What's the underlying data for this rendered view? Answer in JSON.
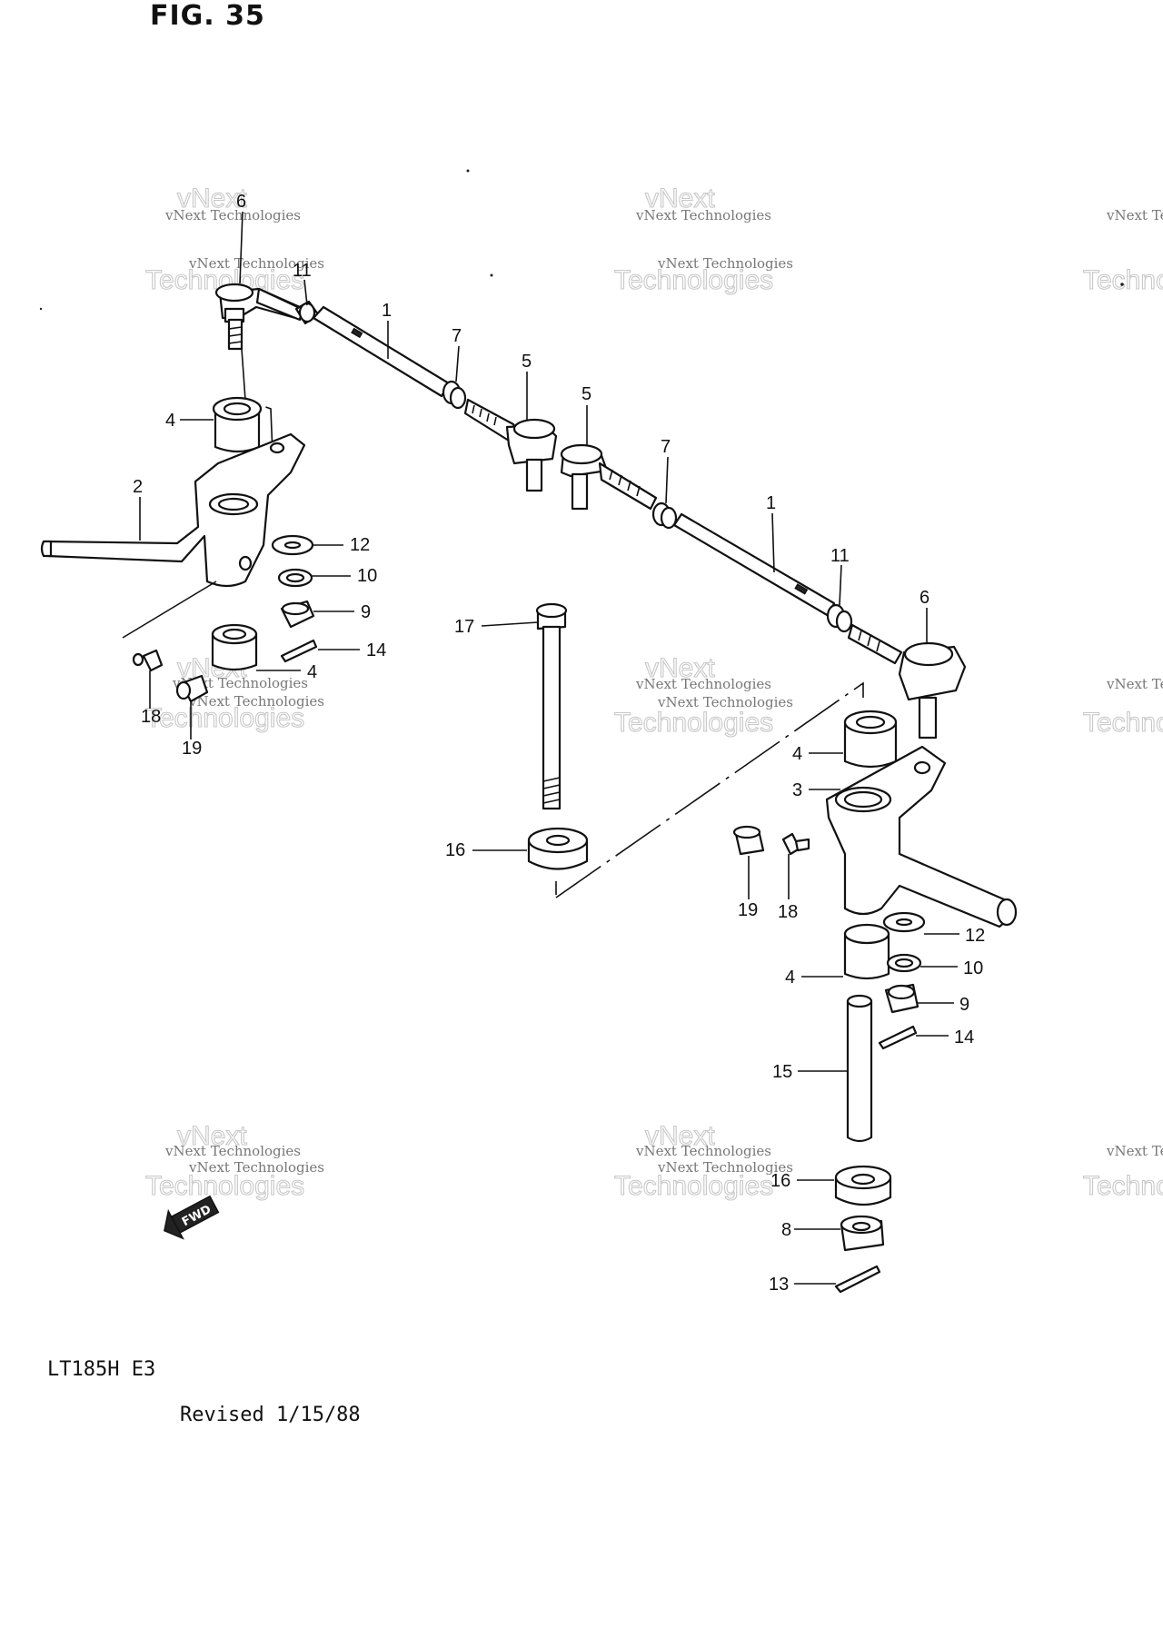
{
  "title": "FIG. 35",
  "model": "LT185H E3",
  "revised": "Revised 1/15/88",
  "fwd_label": "FWD",
  "watermark": {
    "line1": "vNext Technologies",
    "line2": "vNext",
    "line3": "Technologies"
  },
  "callouts": [
    "1",
    "2",
    "3",
    "4",
    "5",
    "6",
    "7",
    "8",
    "9",
    "10",
    "11",
    "12",
    "13",
    "14",
    "15",
    "16",
    "17",
    "18",
    "19"
  ]
}
